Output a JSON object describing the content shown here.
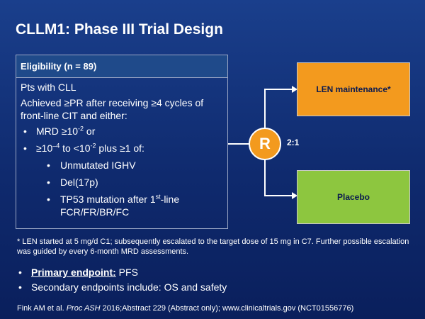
{
  "title": "CLLM1: Phase III Trial Design",
  "eligibility": {
    "header": "Eligibility (n = 89)",
    "line1": "Pts with CLL",
    "line2": "Achieved ≥PR after receiving ≥4 cycles of front-line CIT and either:",
    "bullet1_pre": "MRD ≥10",
    "bullet1_sup": "-2",
    "bullet1_post": " or",
    "bullet2_a": "≥10",
    "bullet2_sup1": "–4",
    "bullet2_b": " to <10",
    "bullet2_sup2": "-2",
    "bullet2_c": " plus ≥1 of:",
    "sub1": "Unmutated IGHV",
    "sub2": "Del(17p)",
    "sub3_pre": "TP53 mutation after 1",
    "sub3_sup": "st",
    "sub3_post": "-line FCR/FR/BR/FC"
  },
  "randomization": {
    "label": "R",
    "ratio": "2:1"
  },
  "arms": {
    "len": "LEN maintenance*",
    "placebo": "Placebo"
  },
  "footnote": "* LEN started at 5 mg/d C1; subsequently escalated to the target dose of 15 mg in C7. Further possible escalation was guided by every 6-month MRD assessments.",
  "endpoints": {
    "primary_label": "Primary endpoint:",
    "primary_value": " PFS",
    "secondary": "Secondary endpoints include: OS and safety"
  },
  "reference": {
    "pre": "Fink AM et al. ",
    "journal": "Proc ASH",
    "post": " 2016;Abstract 229 (Abstract only); www.clinicaltrials.gov (NCT01556776)"
  },
  "colors": {
    "orange": "#f39a1e",
    "green": "#8dc63f",
    "navy": "#0f2a6e"
  }
}
